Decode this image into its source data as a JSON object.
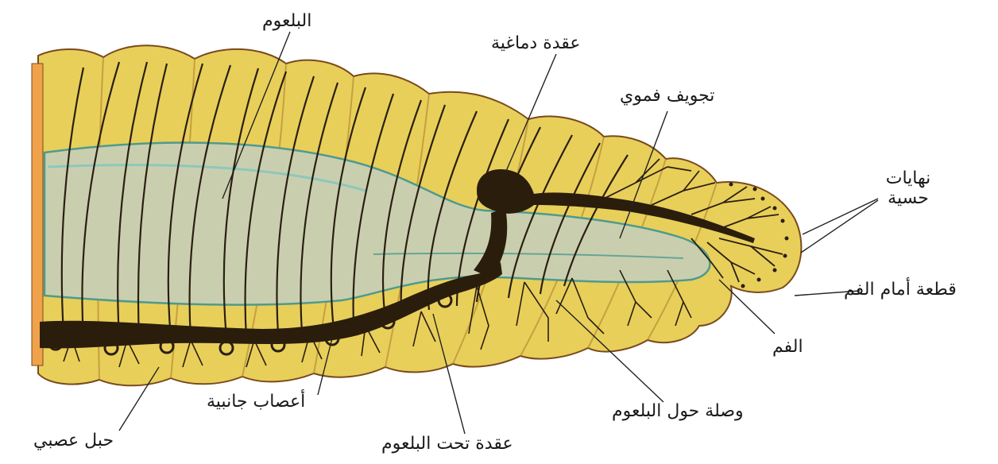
{
  "labels": {
    "pharynx": "البلعوم",
    "cerebral_ganglion": "عقدة دماغية",
    "buccal_cavity": "تجويف فموي",
    "sensory_endings_l1": "نهايات",
    "sensory_endings_l2": "حسية",
    "prostomium": "قطعة أمام الفم",
    "mouth": "الفم",
    "circumpharyngeal_connective": "وصلة حول البلعوم",
    "subpharyngeal_ganglion": "عقدة تحت البلعوم",
    "lateral_nerves": "أعصاب جانبية",
    "nerve_cord": "حبل عصبي"
  },
  "colors": {
    "body_fill": "#e8cf5a",
    "body_outline": "#7a4a1c",
    "pharynx_fill": "#c9cfae",
    "pharynx_outline": "#4f9a8e",
    "nerve_dark": "#2b1d0c",
    "nerve_line": "#2a1f12",
    "leader_line": "#222222"
  }
}
